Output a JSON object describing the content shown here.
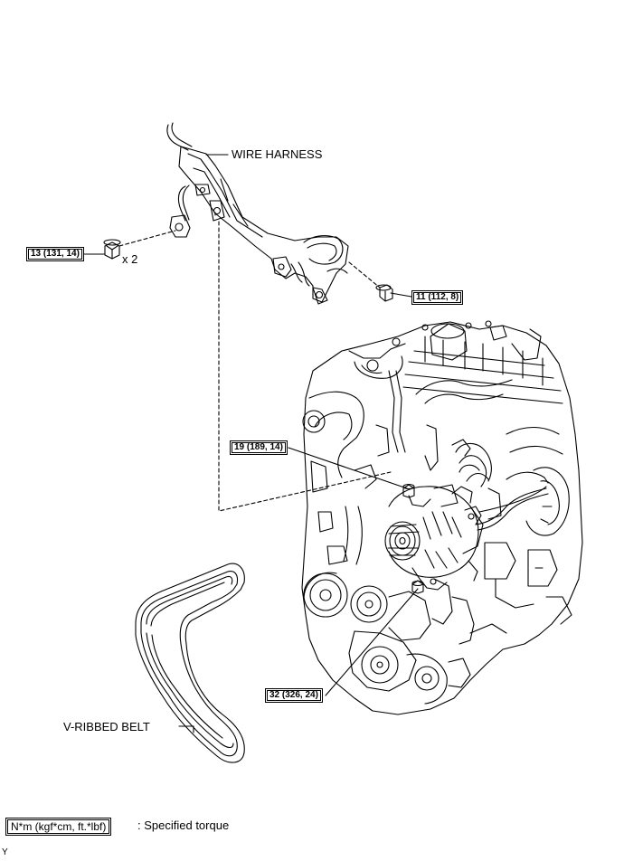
{
  "labels": {
    "wire_harness": "WIRE HARNESS",
    "v_ribbed_belt": "V-RIBBED BELT",
    "quantity": "x 2"
  },
  "torques": {
    "t1": "13 (131, 14)",
    "t2": "11 (112, 8)",
    "t3": "19 (189, 14)",
    "t4": "32 (326, 24)"
  },
  "legend": {
    "box": "N*m (kgf*cm, ft.*lbf)",
    "text": ": Specified torque"
  },
  "corner_mark": "Y"
}
